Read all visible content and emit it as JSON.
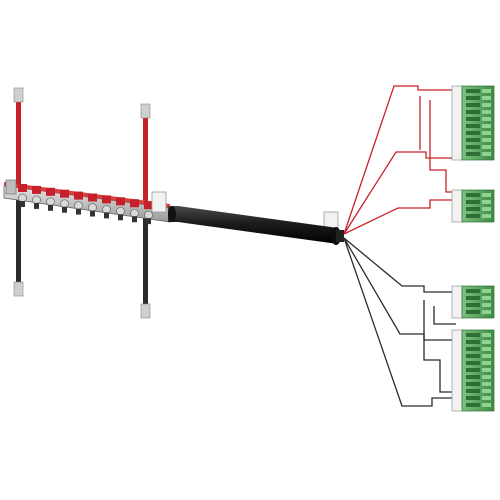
{
  "image": {
    "subject": "cable-harness-render",
    "colors": {
      "background": "#ffffff",
      "wire_red": "#c8202a",
      "wire_black": "#2b2b2b",
      "sleeve": "#1e1e1e",
      "connector_green": "#5aab5f",
      "connector_green_dark": "#3f8a45",
      "terminal_grey": "#c9c9c9",
      "bracket_white": "#f2f2f2"
    },
    "parts": {
      "busbar_terminals": 10,
      "vertical_leads_red": 2,
      "vertical_leads_black": 2,
      "plug_connectors": 4
    }
  }
}
